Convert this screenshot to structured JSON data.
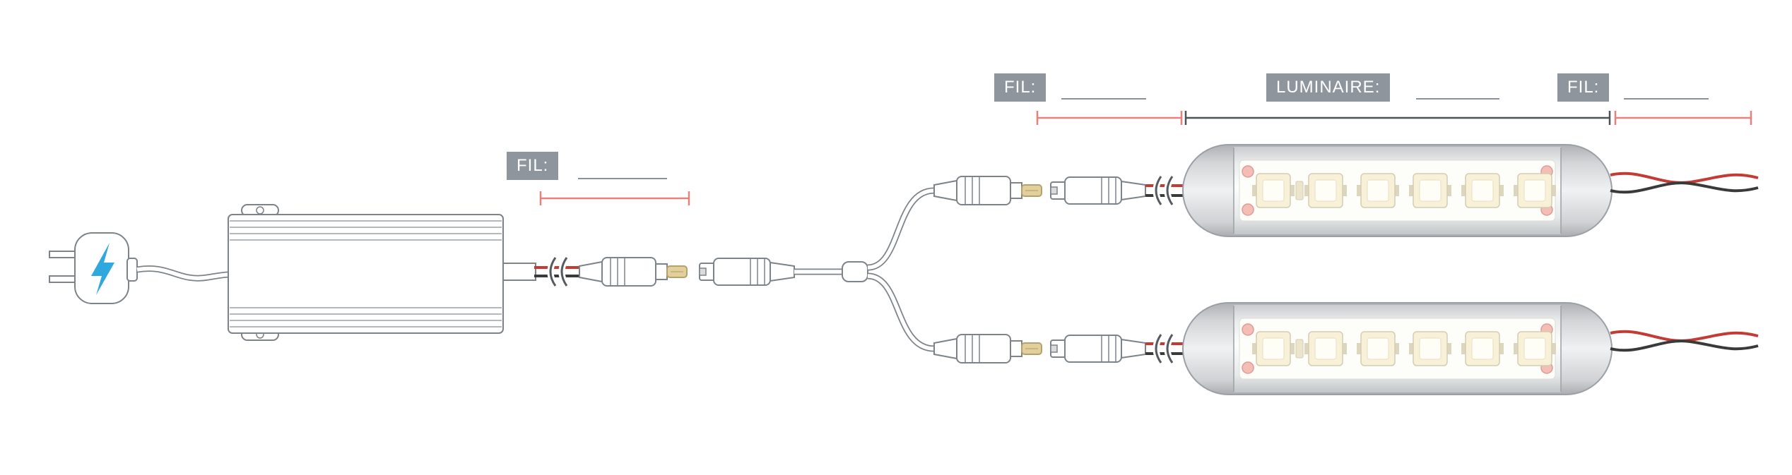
{
  "labels": {
    "fil_mid": "FIL:",
    "fil_left": "FIL:",
    "luminaire": "LUMINAIRE:",
    "fil_right": "FIL:"
  },
  "blanks": {
    "fil_mid_value": "",
    "fil_left_value": "",
    "luminaire_value": "",
    "fil_right_value": ""
  },
  "colors": {
    "label_background": "#8f959d",
    "label_text": "#ffffff",
    "dimension_red": "#e8807d",
    "dimension_dark": "#4d5257",
    "outline_gray": "#7d838a",
    "wire_red": "#c43b36",
    "wire_black": "#3a3a3a",
    "connector_tip_gold": "#e3cf9b",
    "plug_bolt_blue": "#2fa8dd",
    "led_chip_cream": "#f8f1d8",
    "endcap_pink": "#f4beb6"
  },
  "components": [
    "ac-plug",
    "power-cord",
    "led-driver",
    "wire-break",
    "dc-male-connector",
    "dc-female-connector",
    "y-splitter",
    "led-bar-top",
    "led-bar-bottom",
    "output-wires"
  ]
}
